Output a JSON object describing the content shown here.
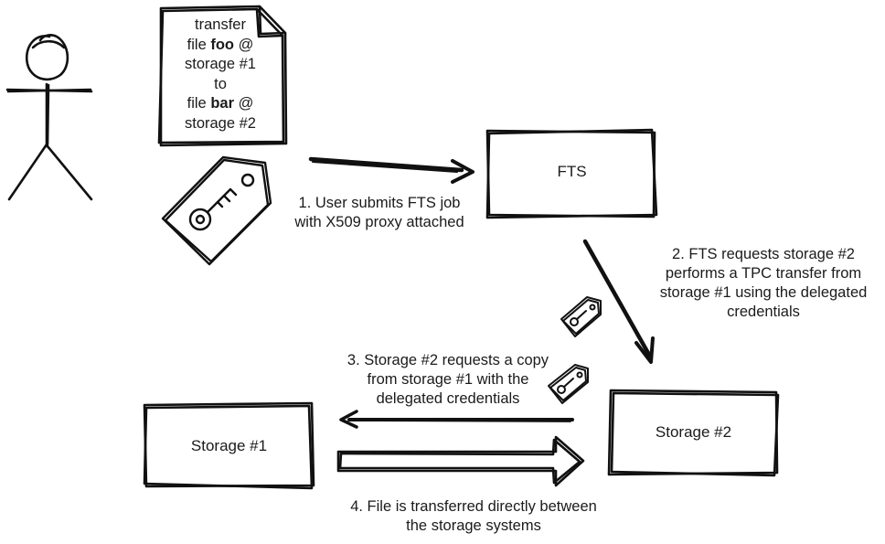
{
  "nodes": {
    "fts": "FTS",
    "storage1": "Storage #1",
    "storage2": "Storage #2"
  },
  "request_doc": {
    "line1": "transfer",
    "line2_pre": "file ",
    "line2_bold": "foo",
    "line2_post": " @",
    "line3": "storage #1",
    "line4": "to",
    "line5_pre": "file ",
    "line5_bold": "bar",
    "line5_post": " @",
    "line6": "storage #2"
  },
  "steps": {
    "step1": [
      "1. User submits FTS job",
      "with X509 proxy attached"
    ],
    "step2": [
      "2. FTS requests storage #2",
      "performs a TPC transfer from",
      "storage #1 using the delegated",
      "credentials"
    ],
    "step3": [
      "3. Storage #2 requests a copy",
      "from storage #1 with the",
      "delegated credentials"
    ],
    "step4": [
      "4. File is transferred directly between",
      "the storage systems"
    ]
  },
  "icons": {
    "user": "stick-figure-user-icon",
    "proxy_key_tag": "key-tag-icon",
    "delegated_key_tag": "key-tag-icon"
  },
  "colors": {
    "stroke": "#111111",
    "text": "#1b1b1b",
    "background": "#ffffff"
  }
}
